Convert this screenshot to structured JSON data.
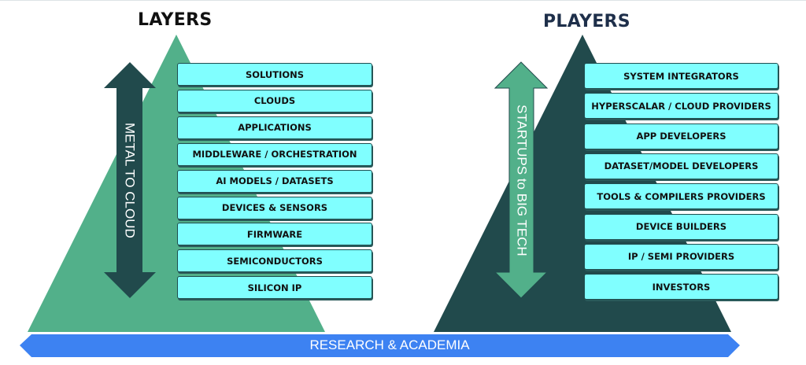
{
  "layers": {
    "title": "LAYERS",
    "arrow_label": "METAL TO CLOUD",
    "items": [
      "SOLUTIONS",
      "CLOUDS",
      "APPLICATIONS",
      "MIDDLEWARE / ORCHESTRATION",
      "AI MODELS / DATASETS",
      "DEVICES & SENSORS",
      "FIRMWARE",
      "SEMICONDUCTORS",
      "SILICON IP"
    ]
  },
  "players": {
    "title": "PLAYERS",
    "arrow_label": "STARTUPS to BIG TECH",
    "items": [
      "SYSTEM INTEGRATORS",
      "HYPERSCALAR / CLOUD PROVIDERS",
      "APP DEVELOPERS",
      "DATASET/MODEL DEVELOPERS",
      "TOOLS & COMPILERS PROVIDERS",
      "DEVICE BUILDERS",
      "IP / SEMI PROVIDERS",
      "INVESTORS"
    ]
  },
  "banner": {
    "label": "RESEARCH & ACADEMIA"
  },
  "colors": {
    "green": "#52b08a",
    "dark_teal": "#214a4c",
    "cyan": "#80ffff",
    "blue": "#3d82f2"
  }
}
